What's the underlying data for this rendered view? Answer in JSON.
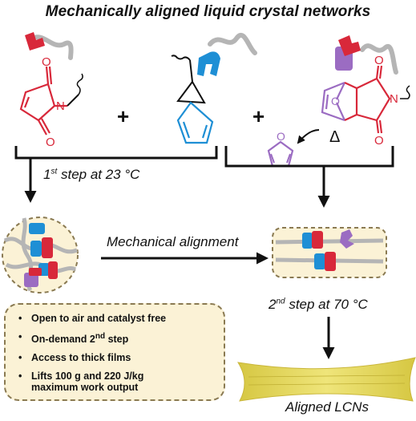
{
  "title": "Mechanically aligned liquid crystal networks",
  "step1": {
    "text": "1",
    "sup": "st",
    "rest": " step at 23 °C"
  },
  "step2": {
    "text": "2",
    "sup": "nd",
    "rest": " step at 70 °C"
  },
  "mechanical_label": "Mechanical alignment",
  "aligned_label": "Aligned LCNs",
  "heat_symbol": "Δ",
  "plus_symbol": "+",
  "atom_labels": {
    "oxygen": "O",
    "nitrogen": "N"
  },
  "features": [
    {
      "text": "Open to air and catalyst free"
    },
    {
      "pre": "On-demand 2",
      "sup": "nd",
      "post": " step"
    },
    {
      "text": "Access to thick films"
    },
    {
      "text": "Lifts 100 g and 220 J/kg",
      "text2": "maximum work output"
    }
  ],
  "colors": {
    "maleimide": "#d8283a",
    "diene": "#1e8fd5",
    "furan": "#9b6cc2",
    "feature_bg": "#fbf2d6",
    "film": "#e8dc5a"
  }
}
